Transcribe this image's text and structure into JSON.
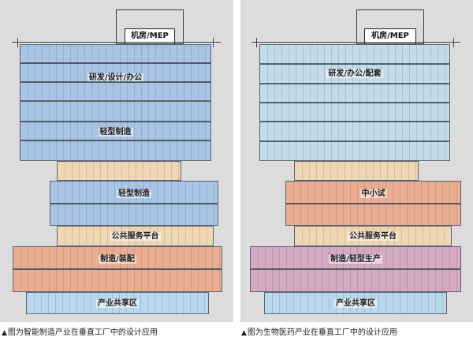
{
  "left_panel": {
    "mep_label": "机房/MEP",
    "labels": {
      "rd": "研发/设计/办公",
      "light_top": "轻型制造",
      "light_mid": "轻型制造",
      "service": "公共服务平台",
      "manufacture": "制造/装配",
      "shared": "产业共享区"
    },
    "caption": "图为智能制造产业在垂直工厂中的设计应用"
  },
  "right_panel": {
    "mep_label": "机房/MEP",
    "labels": {
      "rd": "研发/办公/配套",
      "pilot": "中小试",
      "service": "公共服务平台",
      "manufacture": "制造/轻型生产",
      "shared": "产业共享区"
    },
    "caption": "图为生物医药产业在垂直工厂中的设计应用"
  },
  "caption_marker": "▲",
  "colors": {
    "background": "#dcdcdc",
    "blue": "#a9c4e4",
    "light_blue": "#b9d8ee",
    "beige": "#f0d7b3",
    "orange": "#eaad92",
    "pink": "#d5a8c4",
    "light_cyan": "#c3dce8"
  }
}
